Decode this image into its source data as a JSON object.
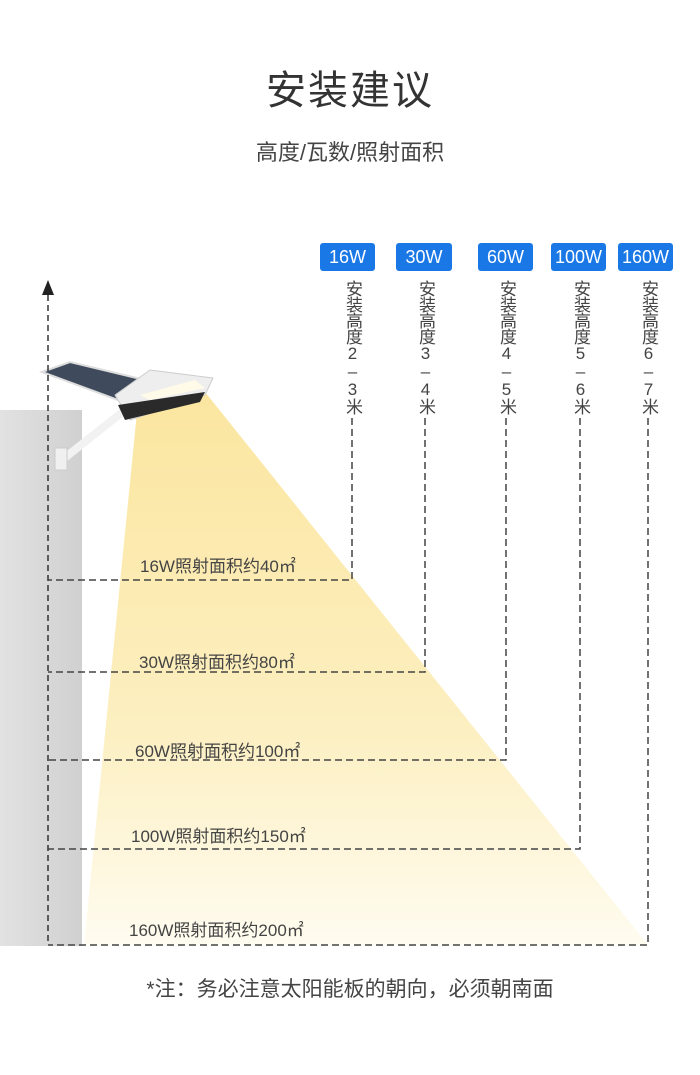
{
  "header": {
    "title": "安装建议",
    "subtitle": "高度/瓦数/照射面积"
  },
  "models": [
    {
      "watt": "16W",
      "height": "安装高度2–3米",
      "area": "16W照射面积约40㎡"
    },
    {
      "watt": "30W",
      "height": "安装高度3–4米",
      "area": "30W照射面积约80㎡"
    },
    {
      "watt": "60W",
      "height": "安装高度4–5米",
      "area": "60W照射面积约100㎡"
    },
    {
      "watt": "100W",
      "height": "安装高度5–6米",
      "area": "100W照射面积约150㎡"
    },
    {
      "watt": "160W",
      "height": "安装高度6–7米",
      "area": "160W照射面积约200㎡"
    }
  ],
  "footer": {
    "note": "*注：务必注意太阳能板的朝向，必须朝南面"
  },
  "colors": {
    "badge": "#1a78e6",
    "light": "#fbe9a6",
    "wall": "#d8d8d8"
  }
}
